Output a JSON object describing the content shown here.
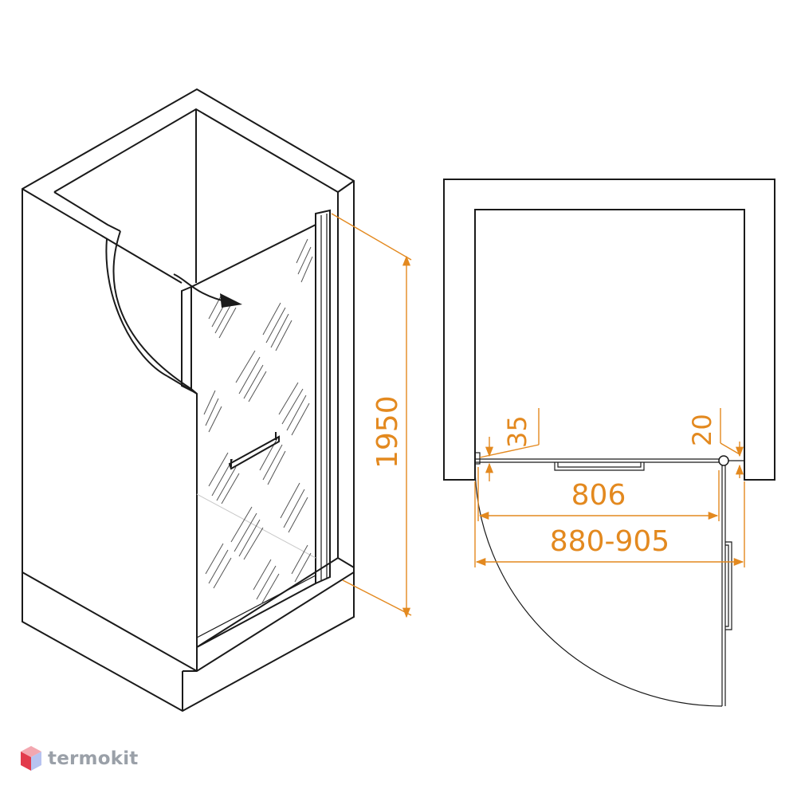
{
  "dimensions": {
    "height": "1950",
    "panel_offset": "35",
    "hinge_offset": "20",
    "door_width": "806",
    "opening_range": "880-905"
  },
  "watermark": {
    "text": "termokit",
    "colors": {
      "top": "#f3a7b0",
      "left": "#e23b4c",
      "right": "#b7c3f0"
    }
  },
  "colors": {
    "line": "#1a1a1a",
    "dimension": "#e3891f"
  }
}
